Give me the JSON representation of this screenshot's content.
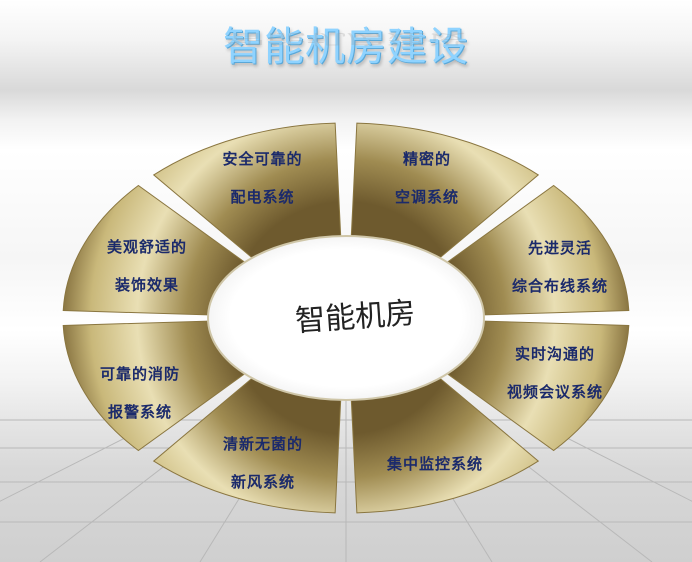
{
  "title": "智能机房建设",
  "center": "智能机房",
  "colors": {
    "segment_light": "#e9dfb4",
    "segment_mid": "#c9b87a",
    "segment_dark": "#6e5a2e",
    "label": "#1b2a6b",
    "title": "#8fd3ff"
  },
  "segments": [
    {
      "line1": "安全可靠的",
      "line2": "配电系统"
    },
    {
      "line1": "精密的",
      "line2": "空调系统"
    },
    {
      "line1": "先进灵活",
      "line2": "综合布线系统"
    },
    {
      "line1": "实时沟通的",
      "line2": "视频会议系统"
    },
    {
      "line1": "集中监控系统",
      "line2": ""
    },
    {
      "line1": "清新无菌的",
      "line2": "新风系统"
    },
    {
      "line1": "可靠的消防",
      "line2": "报警系统"
    },
    {
      "line1": "美观舒适的",
      "line2": "装饰效果"
    }
  ]
}
